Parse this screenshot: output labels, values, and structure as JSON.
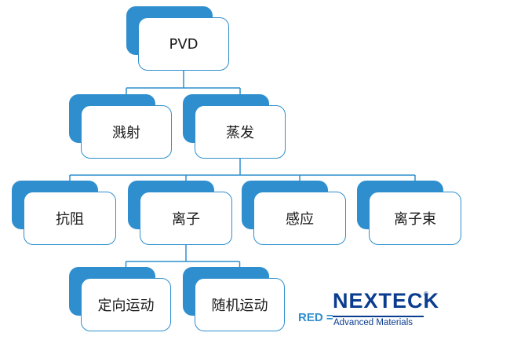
{
  "diagram": {
    "nodes": [
      {
        "id": "pvd",
        "label": "PVD"
      },
      {
        "id": "sputtering",
        "label": "溅射"
      },
      {
        "id": "evaporation",
        "label": "蒸发"
      },
      {
        "id": "resistance",
        "label": "抗阻"
      },
      {
        "id": "ion",
        "label": "离子"
      },
      {
        "id": "induction",
        "label": "感应"
      },
      {
        "id": "ion-beam",
        "label": "离子束"
      },
      {
        "id": "directional-motion",
        "label": "定向运动"
      },
      {
        "id": "random-motion",
        "label": "随机运动"
      }
    ],
    "edges": [
      [
        "pvd",
        "sputtering"
      ],
      [
        "pvd",
        "evaporation"
      ],
      [
        "evaporation",
        "resistance"
      ],
      [
        "evaporation",
        "ion"
      ],
      [
        "evaporation",
        "induction"
      ],
      [
        "evaporation",
        "ion-beam"
      ],
      [
        "ion",
        "directional-motion"
      ],
      [
        "ion",
        "random-motion"
      ]
    ]
  },
  "legend": {
    "text": "RED =",
    "logo_main": "NEXTECK",
    "logo_sub": "Advanced Materials",
    "logo_mark": "®"
  },
  "colors": {
    "accent": "#2f8fce",
    "logo": "#0a3d8f"
  }
}
